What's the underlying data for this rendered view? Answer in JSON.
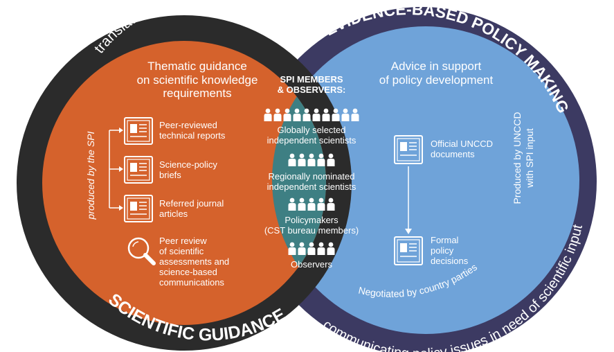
{
  "left_circle": {
    "ring_top": "translating science to inform policy",
    "ring_bottom": "SCIENTIFIC GUIDANCE",
    "heading_lines": [
      "Thematic guidance",
      "on scientific knowledge",
      "requirements"
    ],
    "side_label": "produced by the SPI",
    "items": [
      {
        "icon": "document-icon",
        "lines": [
          "Peer-reviewed",
          "technical reports"
        ]
      },
      {
        "icon": "document-icon",
        "lines": [
          "Science-policy",
          "briefs"
        ]
      },
      {
        "icon": "document-icon",
        "lines": [
          "Referred journal",
          "articles"
        ]
      },
      {
        "icon": "magnifier-icon",
        "lines": [
          "Peer review",
          "of scientific",
          "assessments and",
          "science-based",
          "communications"
        ]
      }
    ]
  },
  "right_circle": {
    "ring_top": "EVIDENCE-BASED POLICY MAKING",
    "ring_bottom": "communicating policy issues in need of scientific input",
    "heading_lines": [
      "Advice in support",
      "of policy development"
    ],
    "side_label_lines": [
      "Produced by UNCCD",
      "with SPI input"
    ],
    "bottom_label": "Negotiated by country parties",
    "items": [
      {
        "icon": "document-icon",
        "lines": [
          "Official UNCCD",
          "documents"
        ]
      },
      {
        "icon": "document-icon",
        "lines": [
          "Formal",
          "policy",
          "decisions"
        ]
      }
    ]
  },
  "center": {
    "heading_lines": [
      "SPI MEMBERS",
      "& OBSERVERS:"
    ],
    "groups": [
      {
        "people": 10,
        "lines": [
          "Globally selected",
          "independent scientists"
        ]
      },
      {
        "people": 5,
        "lines": [
          "Regionally nominated",
          "independent scientists"
        ]
      },
      {
        "people": 5,
        "lines": [
          "Policymakers",
          "(CST bureau members)"
        ]
      },
      {
        "people": 5,
        "lines": [
          "Observers"
        ]
      }
    ]
  },
  "colors": {
    "left_ring": "#2b2b2b",
    "left_fill": "#d5622c",
    "right_ring": "#3c3a62",
    "right_fill": "#6fa3d9",
    "center_fill": "#3e7f83",
    "text": "#ffffff"
  }
}
